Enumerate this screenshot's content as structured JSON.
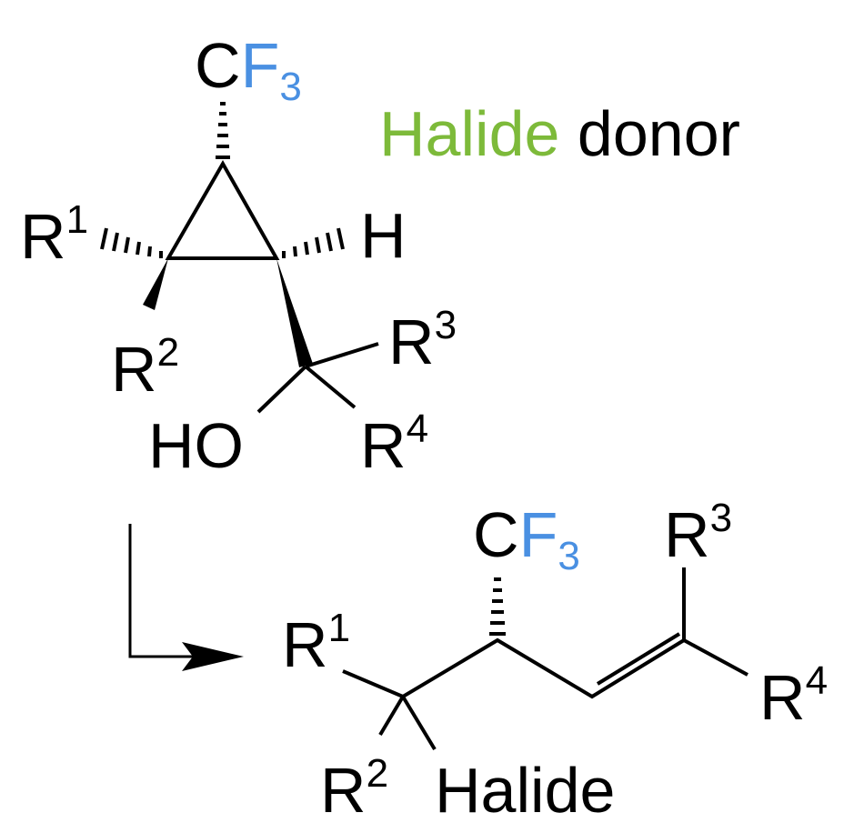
{
  "reactant": {
    "cf3": {
      "c": "C",
      "f": "F",
      "sub": "3"
    },
    "r1": {
      "base": "R",
      "sup": "1"
    },
    "r2": {
      "base": "R",
      "sup": "2"
    },
    "r3": {
      "base": "R",
      "sup": "3"
    },
    "r4": {
      "base": "R",
      "sup": "4"
    },
    "h": "H",
    "ho": "HO"
  },
  "caption": {
    "halide": "Halide",
    "donor": "donor"
  },
  "product": {
    "cf3": {
      "c": "C",
      "f": "F",
      "sub": "3"
    },
    "r1": {
      "base": "R",
      "sup": "1"
    },
    "r2": {
      "base": "R",
      "sup": "2"
    },
    "r3": {
      "base": "R",
      "sup": "3"
    },
    "r4": {
      "base": "R",
      "sup": "4"
    },
    "halide": "Halide"
  },
  "colors": {
    "fluorine": "#4a90e2",
    "halide": "#7dba3a",
    "oxygen": "#dc3a1f",
    "bond": "#000000"
  }
}
